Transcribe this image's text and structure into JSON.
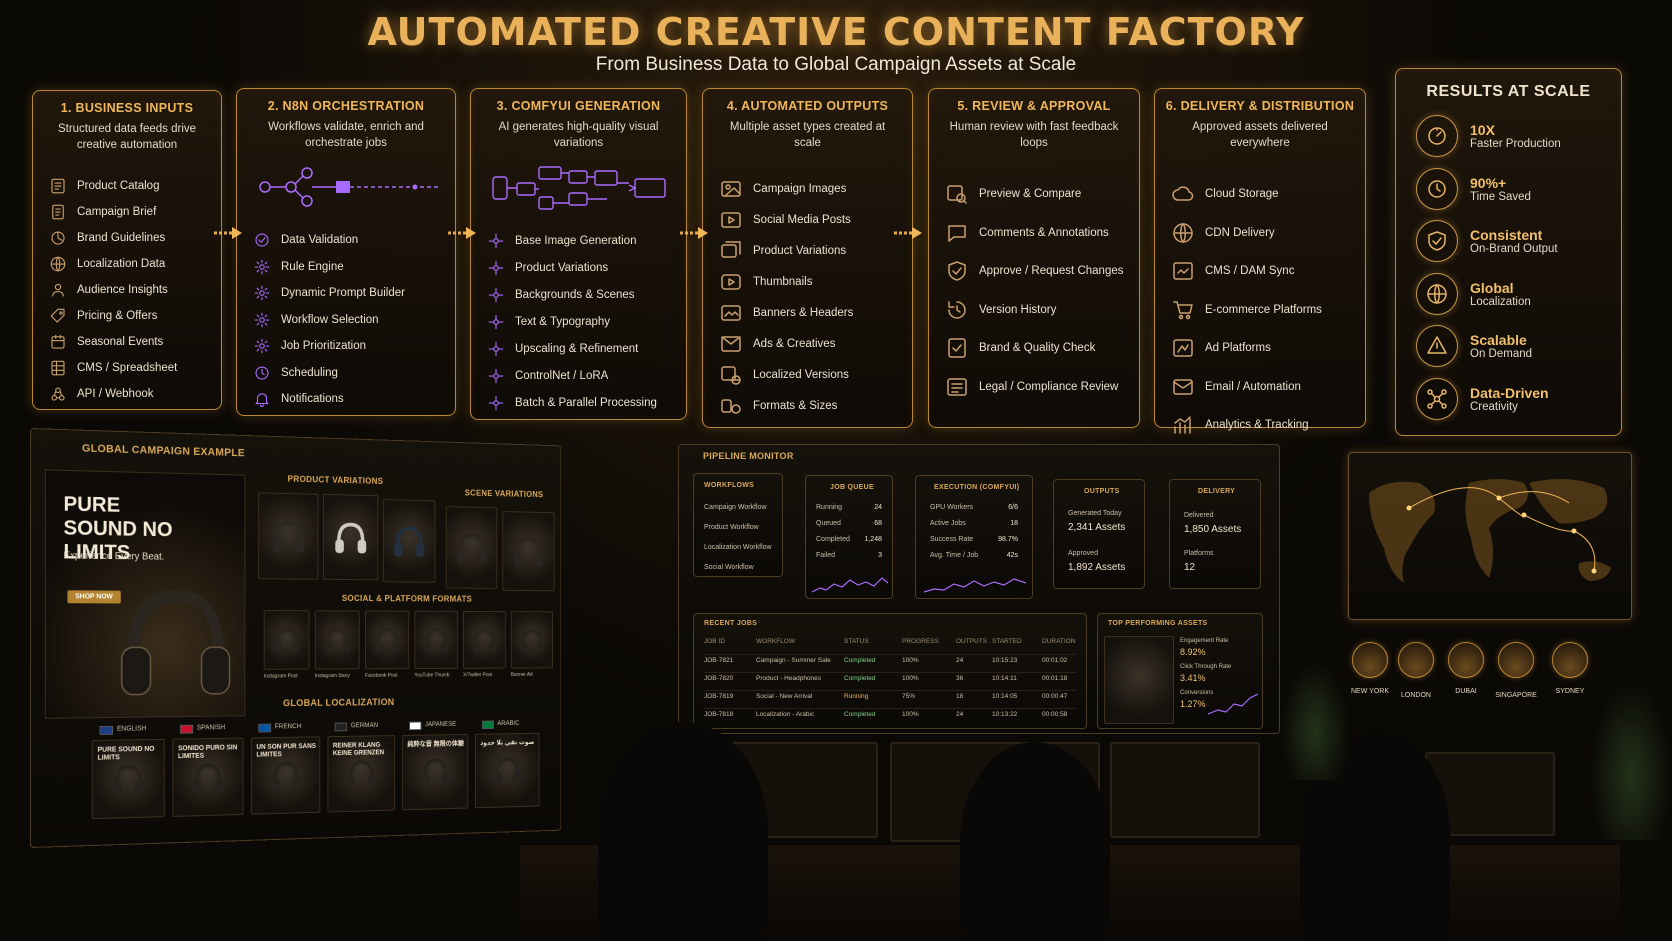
{
  "header": {
    "title": "AUTOMATED CREATIVE CONTENT FACTORY",
    "subtitle": "From Business Data to Global Campaign Assets at Scale"
  },
  "colors": {
    "accent": "#e9b25a",
    "purple": "#a96bff",
    "panel_border": "#b98632"
  },
  "stages": [
    {
      "title": "1. BUSINESS INPUTS",
      "desc": "Structured data feeds drive creative automation",
      "items": [
        {
          "label": "Product Catalog",
          "icon": "catalog-icon"
        },
        {
          "label": "Campaign Brief",
          "icon": "brief-icon"
        },
        {
          "label": "Brand Guidelines",
          "icon": "brand-icon"
        },
        {
          "label": "Localization Data",
          "icon": "globe-icon"
        },
        {
          "label": "Audience Insights",
          "icon": "audience-icon"
        },
        {
          "label": "Pricing & Offers",
          "icon": "tag-icon"
        },
        {
          "label": "Seasonal Events",
          "icon": "calendar-icon"
        },
        {
          "label": "CMS / Spreadsheet",
          "icon": "sheet-icon"
        },
        {
          "label": "API / Webhook",
          "icon": "webhook-icon"
        }
      ]
    },
    {
      "title": "2. N8N ORCHESTRATION",
      "desc": "Workflows validate, enrich and orchestrate jobs",
      "items": [
        {
          "label": "Data Validation",
          "icon": "check-icon"
        },
        {
          "label": "Rule Engine",
          "icon": "gear-icon"
        },
        {
          "label": "Dynamic Prompt Builder",
          "icon": "gear-icon"
        },
        {
          "label": "Workflow Selection",
          "icon": "gear-icon"
        },
        {
          "label": "Job Prioritization",
          "icon": "gear-icon"
        },
        {
          "label": "Scheduling",
          "icon": "clock-icon"
        },
        {
          "label": "Notifications",
          "icon": "bell-icon"
        }
      ]
    },
    {
      "title": "3. COMFYUI GENERATION",
      "desc": "AI generates high-quality visual variations",
      "items": [
        {
          "label": "Base Image Generation",
          "icon": "node-icon"
        },
        {
          "label": "Product Variations",
          "icon": "node-icon"
        },
        {
          "label": "Backgrounds & Scenes",
          "icon": "node-icon"
        },
        {
          "label": "Text & Typography",
          "icon": "node-icon"
        },
        {
          "label": "Upscaling & Refinement",
          "icon": "node-icon"
        },
        {
          "label": "ControlNet / LoRA",
          "icon": "node-icon"
        },
        {
          "label": "Batch & Parallel Processing",
          "icon": "node-icon"
        }
      ]
    },
    {
      "title": "4. AUTOMATED OUTPUTS",
      "desc": "Multiple asset types created at scale",
      "items": [
        {
          "label": "Campaign Images",
          "icon": "image-icon"
        },
        {
          "label": "Social Media Posts",
          "icon": "post-icon"
        },
        {
          "label": "Product Variations",
          "icon": "variations-icon"
        },
        {
          "label": "Thumbnails",
          "icon": "play-icon"
        },
        {
          "label": "Banners & Headers",
          "icon": "banner-icon"
        },
        {
          "label": "Ads & Creatives",
          "icon": "ads-icon"
        },
        {
          "label": "Localized Versions",
          "icon": "localized-icon"
        },
        {
          "label": "Formats & Sizes",
          "icon": "formats-icon"
        }
      ]
    },
    {
      "title": "5. REVIEW & APPROVAL",
      "desc": "Human review with fast feedback loops",
      "items": [
        {
          "label": "Preview & Compare",
          "icon": "preview-icon"
        },
        {
          "label": "Comments & Annotations",
          "icon": "comment-icon"
        },
        {
          "label": "Approve / Request Changes",
          "icon": "approve-icon"
        },
        {
          "label": "Version History",
          "icon": "history-icon"
        },
        {
          "label": "Brand & Quality Check",
          "icon": "quality-icon"
        },
        {
          "label": "Legal / Compliance Review",
          "icon": "legal-icon"
        }
      ]
    },
    {
      "title": "6. DELIVERY & DISTRIBUTION",
      "desc": "Approved assets delivered everywhere",
      "items": [
        {
          "label": "Cloud Storage",
          "icon": "cloud-icon"
        },
        {
          "label": "CDN Delivery",
          "icon": "globe-icon"
        },
        {
          "label": "CMS / DAM Sync",
          "icon": "sync-icon"
        },
        {
          "label": "E-commerce Platforms",
          "icon": "cart-icon"
        },
        {
          "label": "Ad Platforms",
          "icon": "ad-platform-icon"
        },
        {
          "label": "Email / Automation",
          "icon": "email-icon"
        },
        {
          "label": "Analytics & Tracking",
          "icon": "analytics-icon"
        }
      ]
    }
  ],
  "results": {
    "title": "RESULTS AT SCALE",
    "items": [
      {
        "big": "10X",
        "small": "Faster Production",
        "icon": "speed-icon"
      },
      {
        "big": "90%+",
        "small": "Time Saved",
        "icon": "clock-icon"
      },
      {
        "big": "Consistent",
        "small": "On-Brand Output",
        "icon": "check-shield-icon"
      },
      {
        "big": "Global",
        "small": "Localization",
        "icon": "globe-icon"
      },
      {
        "big": "Scalable",
        "small": "On Demand",
        "icon": "scale-icon"
      },
      {
        "big": "Data-Driven",
        "small": "Creativity",
        "icon": "network-icon"
      }
    ]
  },
  "campaign": {
    "label": "GLOBAL CAMPAIGN EXAMPLE",
    "headline": "PURE SOUND NO LIMITS",
    "tagline": "Experience Every Beat.",
    "cta": "SHOP NOW",
    "product_variations": "PRODUCT VARIATIONS",
    "scene_variations": "SCENE VARIATIONS",
    "social_formats": "SOCIAL & PLATFORM FORMATS",
    "format_labels": [
      "Instagram Post",
      "Instagram Story",
      "Facebook Post",
      "YouTube Thumb",
      "X/Twitter Post",
      "Banner Ad"
    ],
    "localization_label": "GLOBAL LOCALIZATION",
    "languages": [
      "ENGLISH",
      "SPANISH",
      "FRENCH",
      "GERMAN",
      "JAPANESE",
      "ARABIC"
    ],
    "localized_headlines": [
      "PURE SOUND NO LIMITS",
      "SONIDO PURO SIN LIMITES",
      "UN SON PUR SANS LIMITES",
      "REINER KLANG KEINE GRENZEN",
      "純粋な音 無限の体験",
      "صوت نقي بلا حدود"
    ]
  },
  "pipeline": {
    "label": "PIPELINE MONITOR",
    "workflows": {
      "title": "WORKFLOWS",
      "items": [
        "Campaign Workflow",
        "Product Workflow",
        "Localization Workflow",
        "Social Workflow"
      ]
    },
    "job_queue": {
      "title": "JOB QUEUE",
      "rows": [
        [
          "Running",
          "24"
        ],
        [
          "Queued",
          "68"
        ],
        [
          "Completed",
          "1,248"
        ],
        [
          "Failed",
          "3"
        ]
      ]
    },
    "execution": {
      "title": "EXECUTION (COMFYUI)",
      "rows": [
        [
          "GPU Workers",
          "6/6"
        ],
        [
          "Active Jobs",
          "18"
        ],
        [
          "Success Rate",
          "98.7%"
        ],
        [
          "Avg. Time / Job",
          "42s"
        ]
      ]
    },
    "outputs": {
      "title": "OUTPUTS",
      "generated_label": "Generated Today",
      "generated": "2,341 Assets",
      "approved_label": "Approved",
      "approved": "1,892 Assets"
    },
    "delivery": {
      "title": "DELIVERY",
      "delivered_label": "Delivered",
      "delivered": "1,850 Assets",
      "platforms_label": "Platforms",
      "platforms": "12"
    },
    "recent_jobs": {
      "title": "RECENT JOBS",
      "columns": [
        "JOB ID",
        "WORKFLOW",
        "STATUS",
        "PROGRESS",
        "OUTPUTS",
        "STARTED",
        "DURATION"
      ],
      "rows": [
        [
          "JOB-7821",
          "Campaign - Summer Sale",
          "Completed",
          "100%",
          "24",
          "10:15:23",
          "00:01:02"
        ],
        [
          "JOB-7820",
          "Product - Headphones",
          "Completed",
          "100%",
          "36",
          "10:14:11",
          "00:01:18"
        ],
        [
          "JOB-7819",
          "Social - New Arrival",
          "Running",
          "75%",
          "18",
          "10:14:05",
          "00:00:47"
        ],
        [
          "JOB-7818",
          "Localization - Arabic",
          "Completed",
          "100%",
          "24",
          "10:13:22",
          "00:00:58"
        ]
      ]
    },
    "top_assets": {
      "title": "TOP PERFORMING ASSETS",
      "engagement_label": "Engagement Rate",
      "engagement": "8.92%",
      "ctr_label": "Click Through Rate",
      "ctr": "3.41%",
      "conv_label": "Conversions",
      "conv": "1.27%"
    }
  },
  "cities": [
    "NEW YORK",
    "LONDON",
    "DUBAI",
    "SINGAPORE",
    "SYDNEY"
  ]
}
